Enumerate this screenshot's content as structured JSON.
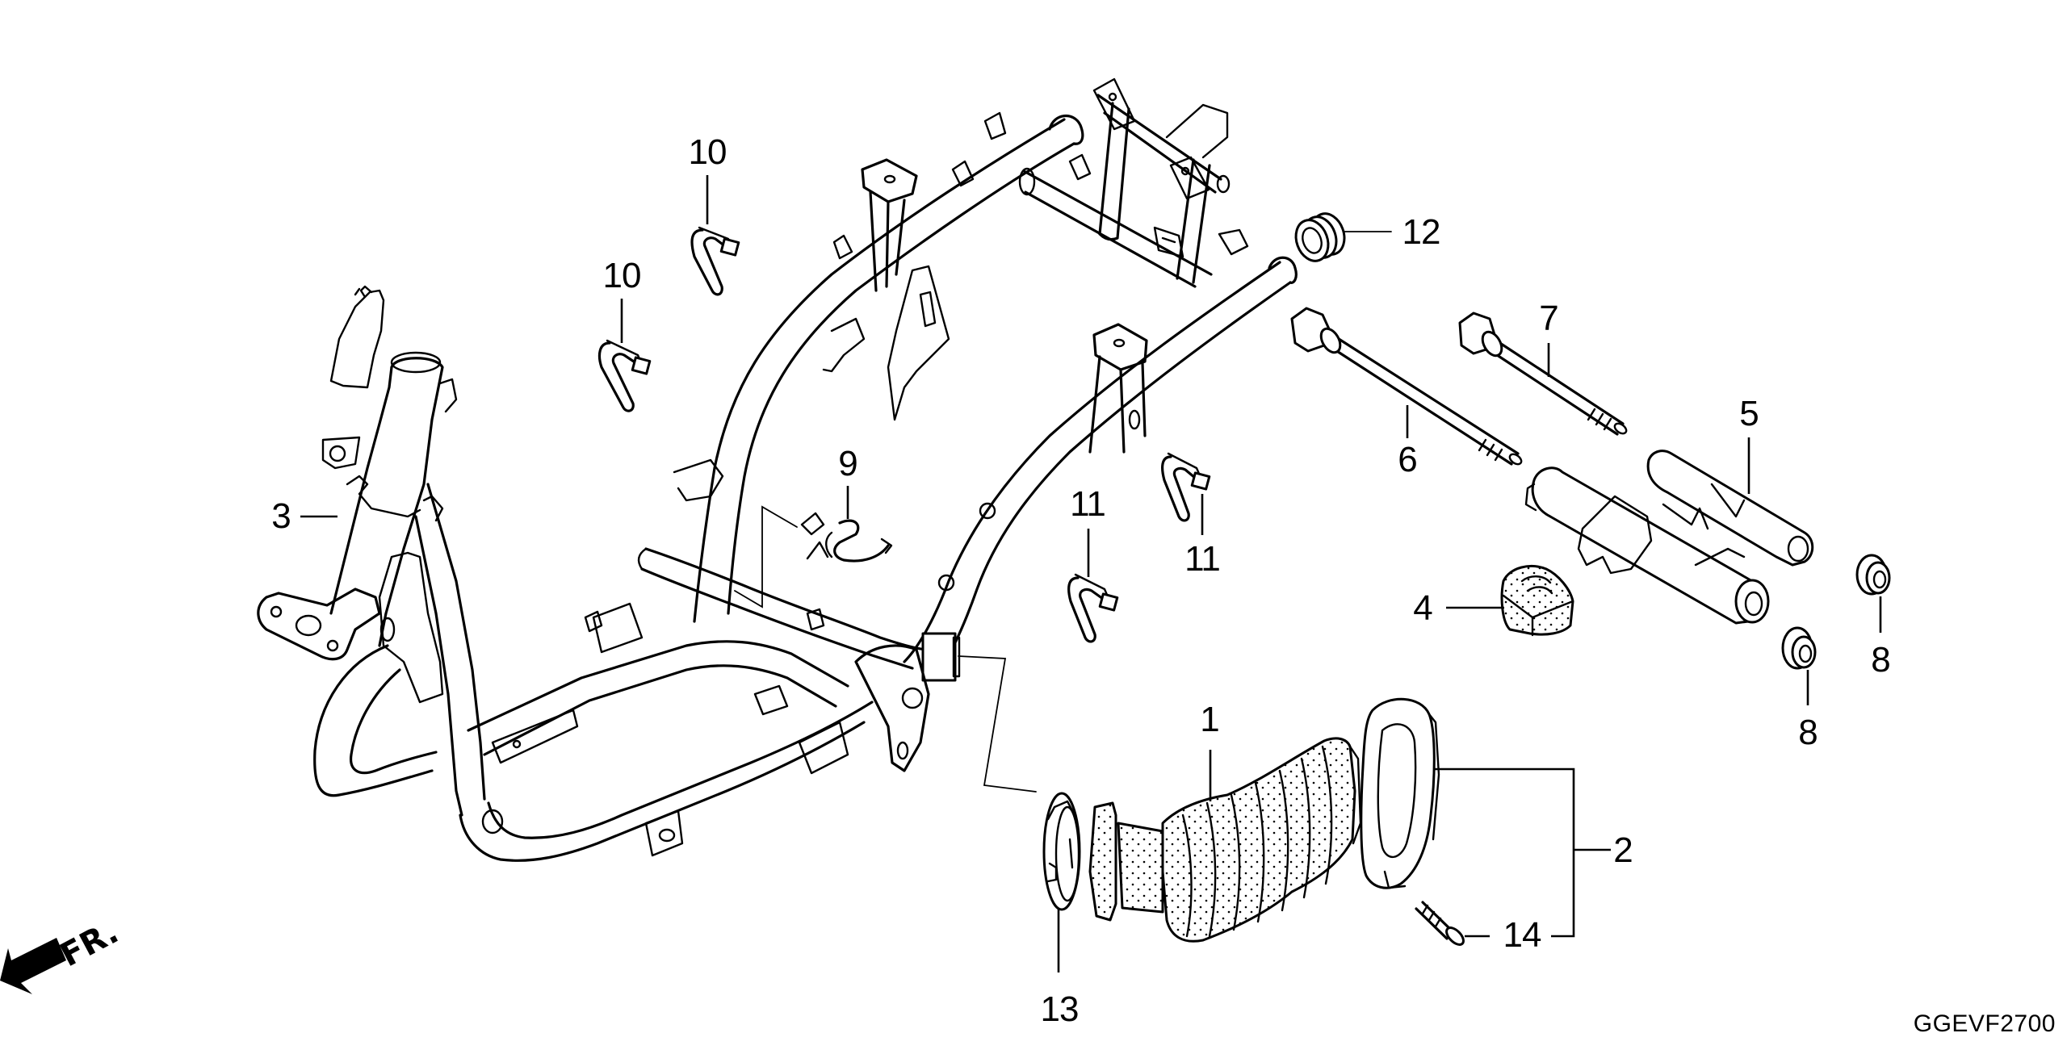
{
  "diagram": {
    "title": "Frame body parts diagram",
    "reference_code": "GGEVF2700",
    "direction_indicator": {
      "label": "FR.",
      "icon": "front-direction-arrow-icon"
    },
    "line_color": "#000000",
    "background_color": "#ffffff",
    "callouts": {
      "c1": "1",
      "c2": "2",
      "c3": "3",
      "c4": "4",
      "c5": "5",
      "c6": "6",
      "c7": "7",
      "c8a": "8",
      "c8b": "8",
      "c9": "9",
      "c10a": "10",
      "c10b": "10",
      "c11a": "11",
      "c11b": "11",
      "c12": "12",
      "c13": "13",
      "c14": "14"
    }
  }
}
